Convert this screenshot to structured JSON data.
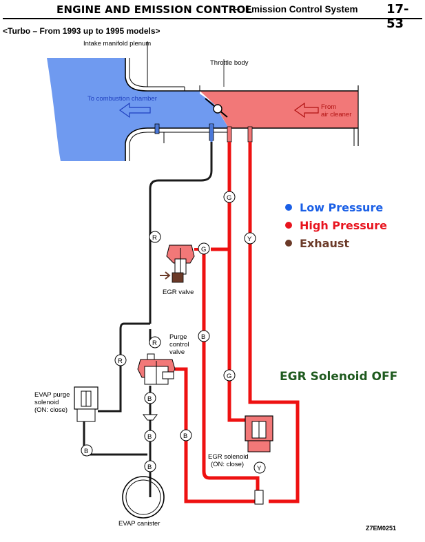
{
  "header": {
    "title": "ENGINE AND EMISSION CONTROL",
    "dash": "–",
    "subtitle": "Emission Control System",
    "page": "17-53"
  },
  "model_note": "<Turbo – From 1993 up to 1995 models>",
  "labels": {
    "intake_manifold_plenum": "Intake manifold plenum",
    "throttle_body": "Throttle body",
    "to_combustion": "To combustion chamber",
    "from_air_1": "From",
    "from_air_2": "air cleaner",
    "egr_valve": "EGR valve",
    "purge_1": "Purge",
    "purge_2": "control",
    "purge_3": "valve",
    "evap_purge_1": "EVAP purge",
    "evap_purge_2": "solenoid",
    "evap_purge_3": "(ON: close)",
    "egr_solenoid_1": "EGR solenoid",
    "egr_solenoid_2": "(ON: close)",
    "evap_canister": "EVAP canister"
  },
  "hose_codes": {
    "g": "G",
    "y": "Y",
    "r": "R",
    "b": "B"
  },
  "legend": [
    {
      "label": "Low Pressure",
      "color": "#1a5fe6"
    },
    {
      "label": "High Pressure",
      "color": "#e8141e"
    },
    {
      "label": "Exhaust",
      "color": "#6b3a28"
    }
  ],
  "status_text": "EGR Solenoid OFF",
  "figure_code": "Z7EM0251",
  "colors": {
    "low_pressure_fill": "#6f9af0",
    "high_pressure_fill": "#f27878",
    "high_pressure_line": "#ee1111",
    "low_pressure_line": "#4a77d8",
    "exhaust": "#6b3a28",
    "status_green": "#1e5a1e"
  }
}
